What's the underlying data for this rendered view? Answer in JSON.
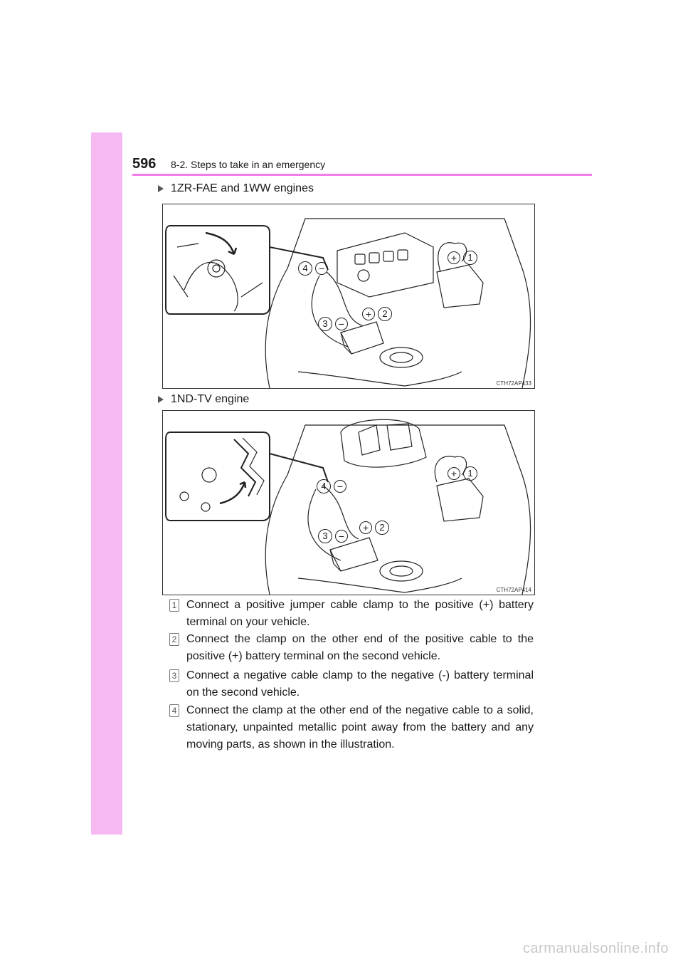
{
  "header": {
    "page_number": "596",
    "section": "8-2. Steps to take in an emergency"
  },
  "figures": [
    {
      "label": "1ZR-FAE and 1WW engines",
      "code": "CTH72AP433",
      "callouts": [
        "1",
        "2",
        "3",
        "4"
      ]
    },
    {
      "label": "1ND-TV engine",
      "code": "CTH72AP414",
      "callouts": [
        "1",
        "2",
        "3",
        "4"
      ]
    }
  ],
  "steps": [
    {
      "num": "1",
      "text": "Connect a positive jumper cable clamp to the positive (+) battery terminal on your vehicle."
    },
    {
      "num": "2",
      "text": "Connect the clamp on the other end of the positive cable to the positive (+) battery terminal on the second vehicle."
    },
    {
      "num": "3",
      "text": "Connect a negative cable clamp to the negative (-) battery terminal on the second vehicle."
    },
    {
      "num": "4",
      "text": "Connect the clamp at the other end of the negative cable to a solid, stationary, unpainted metallic point away from the battery and any moving parts, as shown in the illustration."
    }
  ],
  "symbols": {
    "plus": "+",
    "minus": "−"
  },
  "watermark": "carmanualsonline.info",
  "colors": {
    "tab": "#f7b9f2",
    "rule": "#f07de8"
  }
}
